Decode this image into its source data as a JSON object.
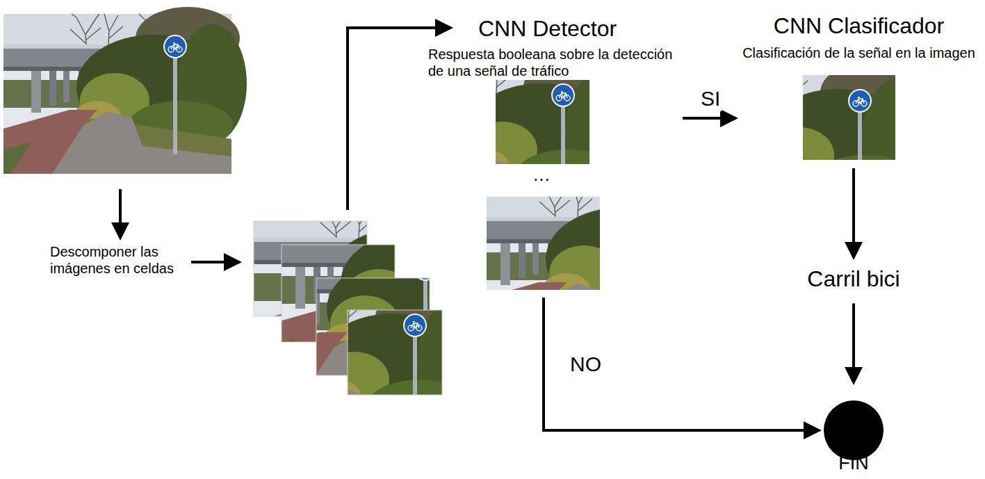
{
  "diagram": {
    "nodes": [
      {
        "text": [
          "Descomponer las imágenes en celdas"
        ]
      },
      {
        "text": [
          "CNN Detector",
          "Respuesta booleana sobre la detección de una señal de tráfico"
        ]
      },
      {
        "text": [
          "CNN Clasificador",
          "Clasificación de la señal en la imagen"
        ]
      },
      {
        "text": [
          "Carril bici"
        ]
      },
      {
        "text": [
          "FIN"
        ]
      }
    ],
    "edges": [
      {
        "from": 1,
        "to": 2,
        "arrow": "to",
        "label": "SI"
      },
      {
        "from": 2,
        "to": 3,
        "arrow": "to"
      },
      {
        "from": 3,
        "to": 4,
        "arrow": "to"
      },
      {
        "from": 1,
        "to": 4,
        "arrow": "to",
        "label": "NO"
      }
    ],
    "labels": [
      "…"
    ]
  }
}
